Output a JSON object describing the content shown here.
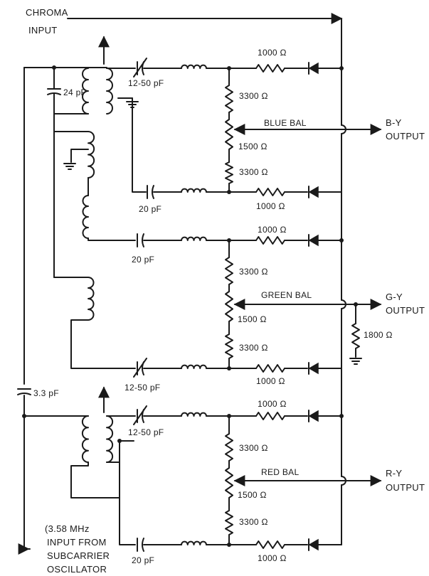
{
  "labels": {
    "chroma_input": [
      "CHROMA",
      "INPUT"
    ],
    "c_24pf": "24 pF",
    "c_trim_top": "12-50 pF",
    "r_1000_a": "1000 Ω",
    "r_3300_a": "3300 Ω",
    "blue_bal": "BLUE BAL",
    "r_1500_a": "1500 Ω",
    "r_3300_b": "3300 Ω",
    "by_output": [
      "B-Y",
      "OUTPUT"
    ],
    "c_20pf_a": "20 pF",
    "r_1000_b": "1000 Ω",
    "c_20pf_b": "20 pF",
    "r_1000_c": "1000 Ω",
    "r_3300_c": "3300 Ω",
    "green_bal": "GREEN BAL",
    "gy_output": [
      "G-Y",
      "OUTPUT"
    ],
    "r_1500_b": "1500 Ω",
    "r_1800": "1800 Ω",
    "r_3300_d": "3300 Ω",
    "c_trim_mid": "12-50 pF",
    "r_1000_d": "1000 Ω",
    "c_3_3pf": "3.3 pF",
    "r_1000_e": "1000 Ω",
    "c_trim_bot": "12-50 pF",
    "r_3300_e": "3300 Ω",
    "red_bal": "RED BAL",
    "r_1500_c": "1500 Ω",
    "ry_output": [
      "R-Y",
      "OUTPUT"
    ],
    "r_3300_f": "3300 Ω",
    "c_20pf_c": "20 pF",
    "r_1000_f": "1000 Ω",
    "subcarrier_input": [
      "(3.58 MHz",
      "INPUT FROM",
      "SUBCARRIER",
      "OSCILLATOR"
    ]
  }
}
